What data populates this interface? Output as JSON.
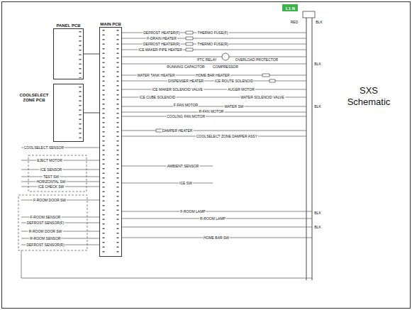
{
  "diagram": {
    "nodes": [
      {
        "text": [
          "PANEL PCB"
        ]
      },
      {
        "text": [
          "MAIN PCB"
        ]
      },
      {
        "text": [
          "COOLSELECT ZONE PCB"
        ]
      },
      {
        "text": [
          "L1 N"
        ]
      }
    ],
    "edges": [
      {
        "from": 0,
        "to": 1,
        "arrow": "none"
      },
      {
        "from": 2,
        "to": 1,
        "arrow": "none"
      }
    ],
    "labels": [
      "SXS Schematic",
      "DEFROST HEATER(F)",
      "THERMO FUSE(F)",
      "F-DRAIN HEATER",
      "DEFROST HEATER(R)",
      "THERMO FUSE(R)",
      "ICE MAKER PIPE HEATER",
      "COMPRESSOR",
      "OVERLOAD PROTECTOR",
      "RUNNING CAPACITOR",
      "PTC RELAY",
      "WATER TANK HEATER",
      "HOME BAR HEATER",
      "DISPENSER HEATER",
      "ICE ROUTE SOLENOID",
      "ICE MAKER SOLENOID VALVE",
      "AUGER MOTOR",
      "ICE CUBE SOLENOID",
      "WATER SOLENOID VALVE",
      "WATER SW",
      "F-FAN MOTOR",
      "R-FAN MOTOR",
      "COOLING FAN MOTOR",
      "DAMPER HEATER",
      "COOLSELECT ZONE DAMPER ASSY",
      "AMBIENT SENSOR",
      "ICE SW",
      "F-ROOM LAMP",
      "R-ROOM LAMP",
      "HOME BAR SW",
      "COOLSELECT SENSOR",
      "EJECT MOTOR",
      "ICE SENSOR",
      "TEST SW",
      "HORIZONTAL SW",
      "ICE CHECK SW",
      "F-ROOM DOOR SW",
      "F-ROOM SENSOR",
      "DEFROST SENSOR(F)",
      "R-ROOM DOOR SW",
      "R-ROOM SENSOR",
      "DEFROST SENSOR(R)",
      "RED",
      "BLK",
      "BLK",
      "BLK",
      "BLK",
      "BLK"
    ]
  }
}
